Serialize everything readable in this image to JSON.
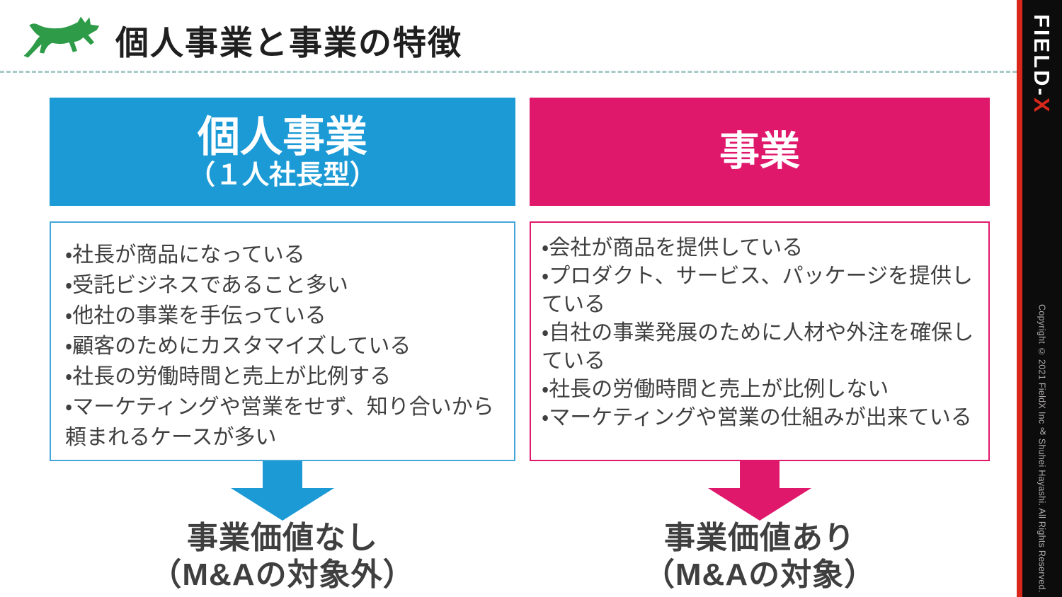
{
  "header": {
    "title": "個人事業と事業の特徴",
    "logo_icon": "running-dog-icon"
  },
  "sidebar": {
    "logo_part1": "FIELD-",
    "logo_part2": "X",
    "copyright": "Copyright © 2021 FieldX Inc ＆ Shuhei Hayashi. All Rights Reserved."
  },
  "columns": {
    "left": {
      "header_title": "個人事業",
      "header_subtitle": "（１人社長型）",
      "bullets": [
        "・社長が商品になっている",
        "・受託ビジネスであること多い",
        "・他社の事業を手伝っている",
        "・顧客のためにカスタマイズしている",
        "・社長の労働時間と売上が比例する",
        "・マーケティングや営業をせず、知り合いから頼まれるケースが多い"
      ],
      "conclusion_line1": "事業価値なし",
      "conclusion_line2": "（M&Aの対象外）"
    },
    "right": {
      "header_title": "事業",
      "bullets": [
        "・会社が商品を提供している",
        "・プロダクト、サービス、パッケージを提供している",
        "・自社の事業発展のために人材や外注を確保している",
        "・社長の労働時間と売上が比例しない",
        "・マーケティングや営業の仕組みが出来ている"
      ],
      "conclusion_line1": "事業価値あり",
      "conclusion_line2": "（M&Aの対象）"
    }
  },
  "colors": {
    "blue": "#1b9ad6",
    "pink": "#e0186c",
    "green": "#2e9b48",
    "brand-red": "#d8281c",
    "dash": "#a8cbc7"
  }
}
